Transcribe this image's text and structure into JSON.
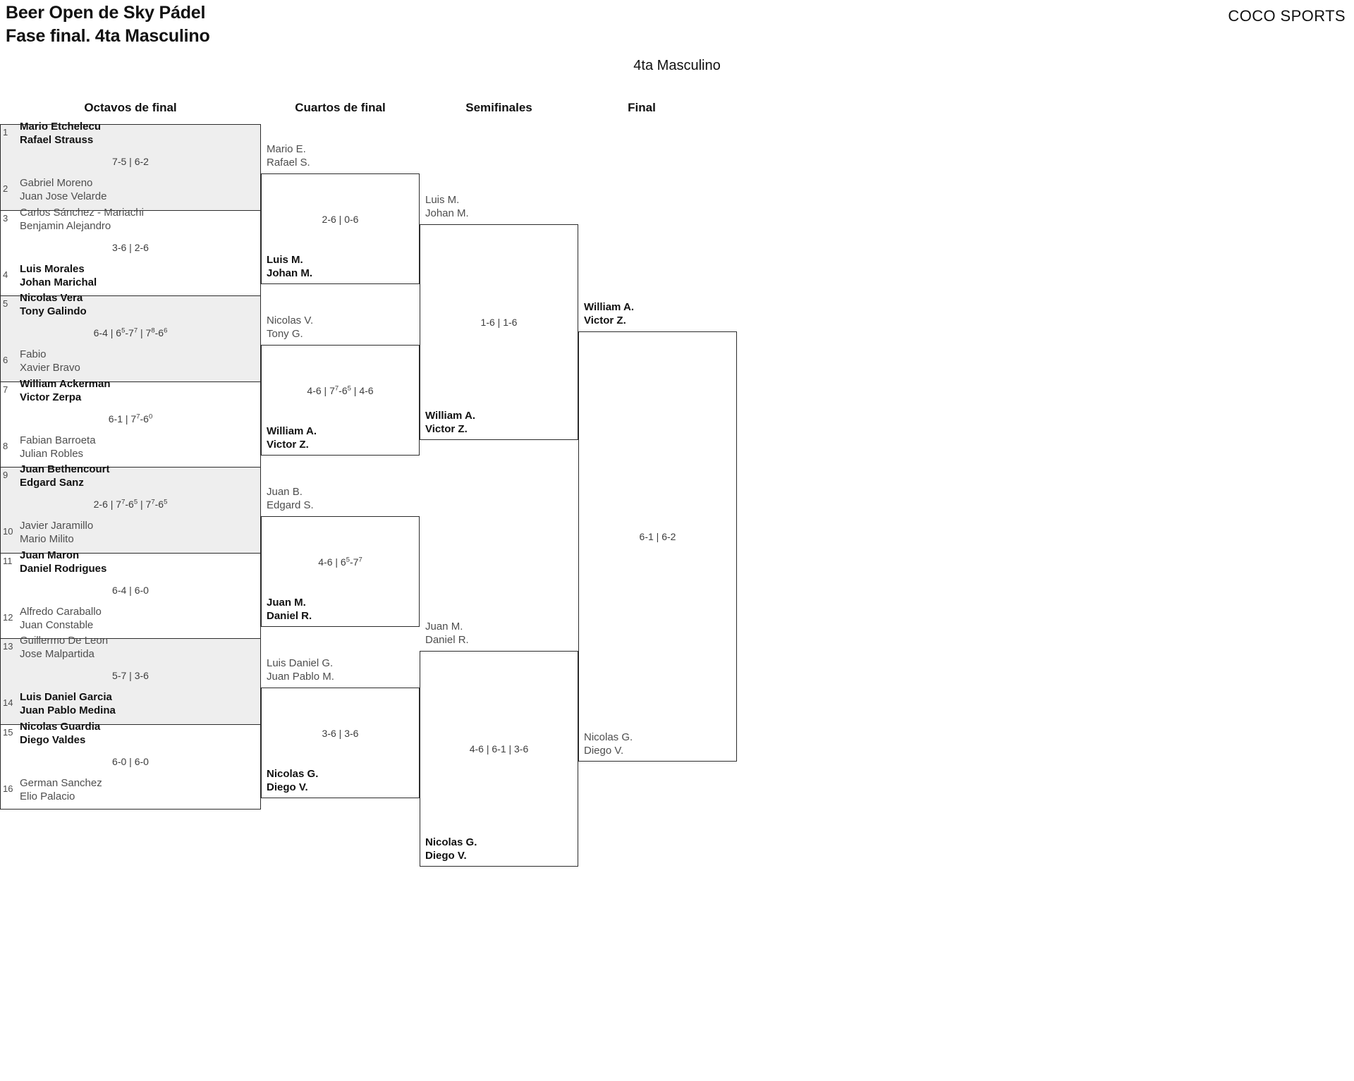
{
  "header": {
    "tournament_line1": "Beer Open de Sky Pádel",
    "tournament_line2": "Fase final. 4ta Masculino",
    "brand": "COCO SPORTS",
    "category": "4ta Masculino"
  },
  "rounds": [
    {
      "label": "Octavos de final"
    },
    {
      "label": "Cuartos de final"
    },
    {
      "label": "Semifinales"
    },
    {
      "label": "Final"
    }
  ],
  "bracket": {
    "round1": [
      {
        "seed_top": "1",
        "top_line1": "Mario Etchelecu",
        "top_line2": "Rafael Strauss",
        "top_result": "winner",
        "score": "7-5 | 6-2",
        "seed_bottom": "2",
        "bottom_line1": "Gabriel Moreno",
        "bottom_line2": "Juan Jose Velarde",
        "bottom_result": "loser"
      },
      {
        "seed_top": "3",
        "top_line1": "Carlos Sánchez - Mariachi",
        "top_line2": "Benjamin Alejandro",
        "top_result": "loser",
        "score": "3-6 | 2-6",
        "seed_bottom": "4",
        "bottom_line1": "Luis Morales",
        "bottom_line2": "Johan Marichal",
        "bottom_result": "winner"
      },
      {
        "seed_top": "5",
        "top_line1": "Nicolas Vera",
        "top_line2": "Tony Galindo",
        "top_result": "winner",
        "score": "6-4 | 6^5-7^7 | 7^8-6^6",
        "seed_bottom": "6",
        "bottom_line1": "Fabio",
        "bottom_line2": "Xavier Bravo",
        "bottom_result": "loser"
      },
      {
        "seed_top": "7",
        "top_line1": "William Ackerman",
        "top_line2": "Victor Zerpa",
        "top_result": "winner",
        "score": "6-1 | 7^7-6^0",
        "seed_bottom": "8",
        "bottom_line1": "Fabian Barroeta",
        "bottom_line2": "Julian Robles",
        "bottom_result": "loser"
      },
      {
        "seed_top": "9",
        "top_line1": "Juan Bethencourt",
        "top_line2": "Edgard Sanz",
        "top_result": "winner",
        "score": "2-6 | 7^7-6^5 | 7^7-6^5",
        "seed_bottom": "10",
        "bottom_line1": "Javier Jaramillo",
        "bottom_line2": "Mario Milito",
        "bottom_result": "loser"
      },
      {
        "seed_top": "11",
        "top_line1": "Juan Maron",
        "top_line2": "Daniel Rodrigues",
        "top_result": "winner",
        "score": "6-4 | 6-0",
        "seed_bottom": "12",
        "bottom_line1": "Alfredo Caraballo",
        "bottom_line2": "Juan Constable",
        "bottom_result": "loser"
      },
      {
        "seed_top": "13",
        "top_line1": "Guillermo De Leon",
        "top_line2": "Jose Malpartida",
        "top_result": "loser",
        "score": "5-7 | 3-6",
        "seed_bottom": "14",
        "bottom_line1": "Luis Daniel Garcia",
        "bottom_line2": "Juan Pablo Medina",
        "bottom_result": "winner"
      },
      {
        "seed_top": "15",
        "top_line1": "Nicolas Guardia",
        "top_line2": "Diego Valdes",
        "top_result": "winner",
        "score": "6-0 | 6-0",
        "seed_bottom": "16",
        "bottom_line1": "German Sanchez",
        "bottom_line2": "Elio Palacio",
        "bottom_result": "loser"
      }
    ],
    "round2": [
      {
        "top_line1": "Mario E.",
        "top_line2": "Rafael S.",
        "top_result": "loser",
        "score": "2-6 | 0-6",
        "bottom_line1": "Luis M.",
        "bottom_line2": "Johan M.",
        "bottom_result": "winner"
      },
      {
        "top_line1": "Nicolas V.",
        "top_line2": "Tony G.",
        "top_result": "loser",
        "score": "4-6 | 7^7-6^5 | 4-6",
        "bottom_line1": "William A.",
        "bottom_line2": "Victor Z.",
        "bottom_result": "winner"
      },
      {
        "top_line1": "Juan B.",
        "top_line2": "Edgard S.",
        "top_result": "loser",
        "score": "4-6 | 6^5-7^7",
        "bottom_line1": "Juan M.",
        "bottom_line2": "Daniel R.",
        "bottom_result": "winner"
      },
      {
        "top_line1": "Luis Daniel G.",
        "top_line2": "Juan Pablo M.",
        "top_result": "loser",
        "score": "3-6 | 3-6",
        "bottom_line1": "Nicolas G.",
        "bottom_line2": "Diego V.",
        "bottom_result": "winner"
      }
    ],
    "round3": [
      {
        "top_line1": "Luis M.",
        "top_line2": "Johan M.",
        "top_result": "loser",
        "score": "1-6 | 1-6",
        "bottom_line1": "William A.",
        "bottom_line2": "Victor Z.",
        "bottom_result": "winner"
      },
      {
        "top_line1": "Juan M.",
        "top_line2": "Daniel R.",
        "top_result": "loser",
        "score": "4-6 | 6-1 | 3-6",
        "bottom_line1": "Nicolas G.",
        "bottom_line2": "Diego V.",
        "bottom_result": "winner"
      }
    ],
    "round4": [
      {
        "top_line1": "William A.",
        "top_line2": "Victor Z.",
        "top_result": "winner",
        "score": "6-1 | 6-2",
        "bottom_line1": "Nicolas G.",
        "bottom_line2": "Diego V.",
        "bottom_result": "loser"
      }
    ]
  }
}
